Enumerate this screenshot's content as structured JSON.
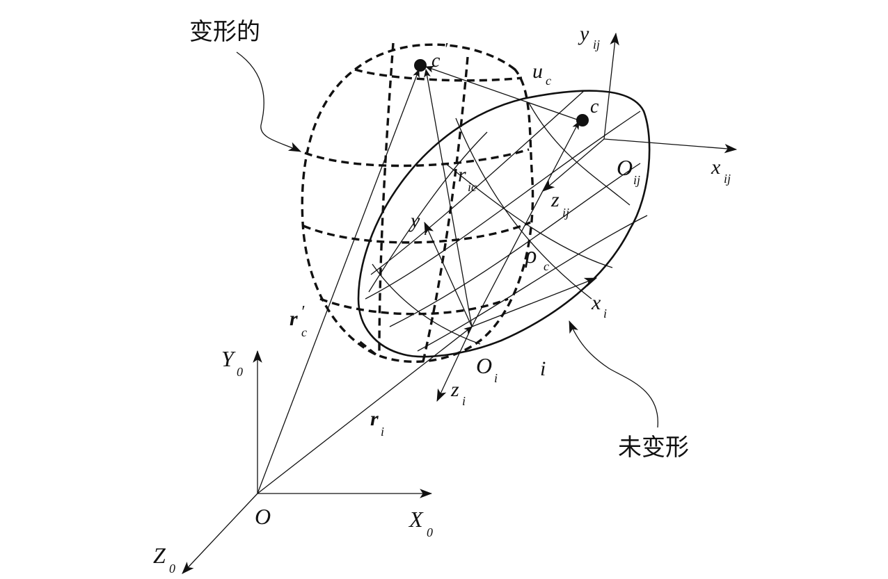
{
  "labels": {
    "deformed": "变形的",
    "undeformed": "未变形",
    "c_prime": "c",
    "c_prime_mark": "′",
    "u": "u",
    "u_sub": "c",
    "c": "c",
    "y_ij": "y",
    "y_ij_sub": "ij",
    "x_ij": "x",
    "x_ij_sub": "ij",
    "O_ij": "O",
    "O_ij_sub": "ij",
    "z_ij": "z",
    "z_ij_sub": "ij",
    "r_ic": "r",
    "r_ic_sub": "ic",
    "y_i": "y",
    "y_i_sub": "i",
    "rho": "ρ",
    "rho_sub": "c",
    "x_i": "x",
    "x_i_sub": "i",
    "r_c_prime": "r",
    "r_c_prime_mark": "′",
    "r_c_prime_sub": "c",
    "O_i": "O",
    "O_i_sub": "i",
    "i": "i",
    "z_i": "z",
    "z_i_sub": "i",
    "r_i": "r",
    "r_i_sub": "i",
    "Y0": "Y",
    "Y0_sub": "0",
    "X0": "X",
    "X0_sub": "0",
    "Z0": "Z",
    "Z0_sub": "0",
    "O": "O"
  }
}
